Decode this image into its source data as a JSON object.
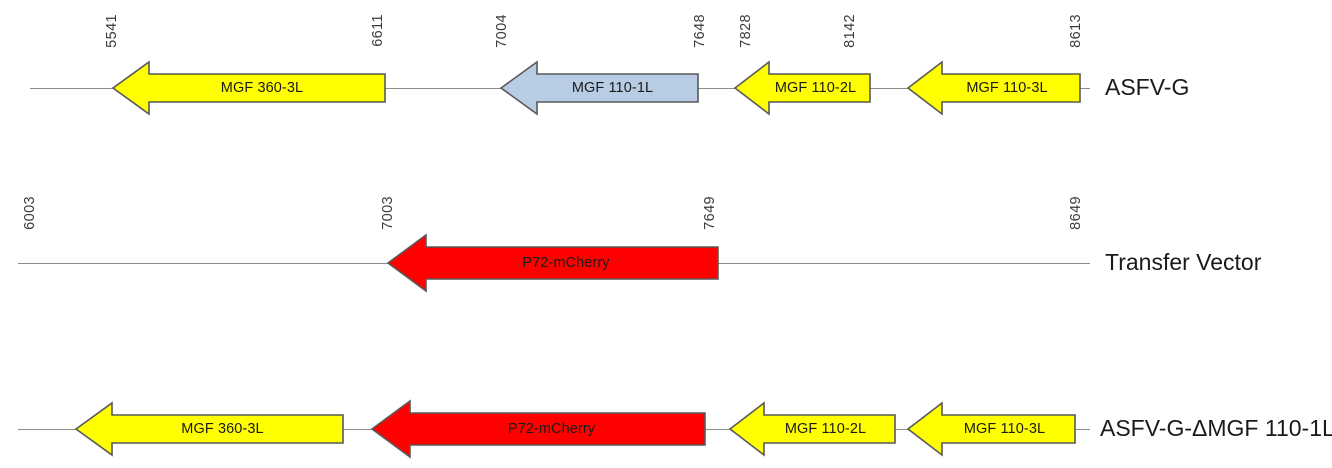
{
  "figure": {
    "type": "genome-map",
    "description": "Schematic of ASFV-G genomic region, transfer vector, and recombinant ASFV-G-ΔMGF 110-1L",
    "colors": {
      "yellow_gene": "#ffff00",
      "blue_gene": "#b8cce4",
      "red_gene": "#fe0000",
      "outline": "#595959",
      "backbone": "#8c8c8c",
      "text": "#1a1a1a"
    }
  },
  "rows": [
    {
      "name": "ASFV-G",
      "features": [
        {
          "label": "MGF 360-3L",
          "color": "yellow",
          "direction": "left",
          "start": 5541,
          "end": 6611
        },
        {
          "label": "MGF 110-1L",
          "color": "blue",
          "direction": "left",
          "start": 7004,
          "end": 7648
        },
        {
          "label": "MGF 110-2L",
          "color": "yellow",
          "direction": "left",
          "start": 7828,
          "end": 8142
        },
        {
          "label": "MGF 110-3L",
          "color": "yellow",
          "direction": "left",
          "start": 8142,
          "end": 8613
        }
      ],
      "ticks": [
        "5541",
        "6611",
        "7004",
        "7648",
        "7828",
        "8142",
        "8613"
      ]
    },
    {
      "name": "Transfer Vector",
      "features": [
        {
          "label": "P72-mCherry",
          "color": "red",
          "direction": "left",
          "start": 7003,
          "end": 7649
        }
      ],
      "ticks": [
        "6003",
        "7003",
        "7649",
        "8649"
      ]
    },
    {
      "name": "ASFV-G-ΔMGF 110-1L",
      "features": [
        {
          "label": "MGF 360-3L",
          "color": "yellow",
          "direction": "left"
        },
        {
          "label": "P72-mCherry",
          "color": "red",
          "direction": "left"
        },
        {
          "label": "MGF 110-2L",
          "color": "yellow",
          "direction": "left"
        },
        {
          "label": "MGF 110-3L",
          "color": "yellow",
          "direction": "left"
        }
      ],
      "ticks": []
    }
  ],
  "labels": {
    "r1_tick_5541": "5541",
    "r1_tick_6611": "6611",
    "r1_tick_7004": "7004",
    "r1_tick_7648": "7648",
    "r1_tick_7828": "7828",
    "r1_tick_8142": "8142",
    "r1_tick_8613": "8613",
    "r2_tick_6003": "6003",
    "r2_tick_7003": "7003",
    "r2_tick_7649": "7649",
    "r2_tick_8649": "8649",
    "r1_f1": "MGF 360-3L",
    "r1_f2": "MGF 110-1L",
    "r1_f3": "MGF 110-2L",
    "r1_f4": "MGF 110-3L",
    "r2_f1": "P72-mCherry",
    "r3_f1": "MGF 360-3L",
    "r3_f2": "P72-mCherry",
    "r3_f3": "MGF 110-2L",
    "r3_f4": "MGF 110-3L",
    "r1_name": "ASFV-G",
    "r2_name": "Transfer Vector",
    "r3_name": "ASFV-G-ΔMGF 110-1L"
  }
}
